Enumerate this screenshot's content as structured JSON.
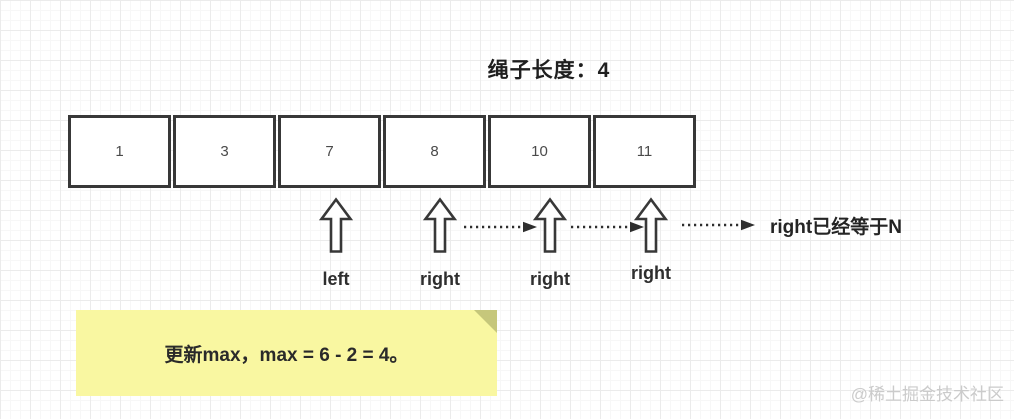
{
  "title": "绳子长度：4",
  "array": {
    "cells": [
      "1",
      "3",
      "7",
      "8",
      "10",
      "11"
    ]
  },
  "pointers": [
    {
      "label": "left"
    },
    {
      "label": "right"
    },
    {
      "label": "right"
    },
    {
      "label": "right"
    }
  ],
  "end_note": "right已经等于N",
  "sticky_note": {
    "text": "更新max，max = 6 - 2 = 4。"
  },
  "watermark": "@稀土掘金技术社区",
  "colors": {
    "outline": "#383838",
    "grid_major": "#ebebeb",
    "grid_minor": "#f7f7f7",
    "note_bg": "#f9f7a1",
    "note_fold": "#c6c77b",
    "watermark": "#cbcbcb"
  }
}
